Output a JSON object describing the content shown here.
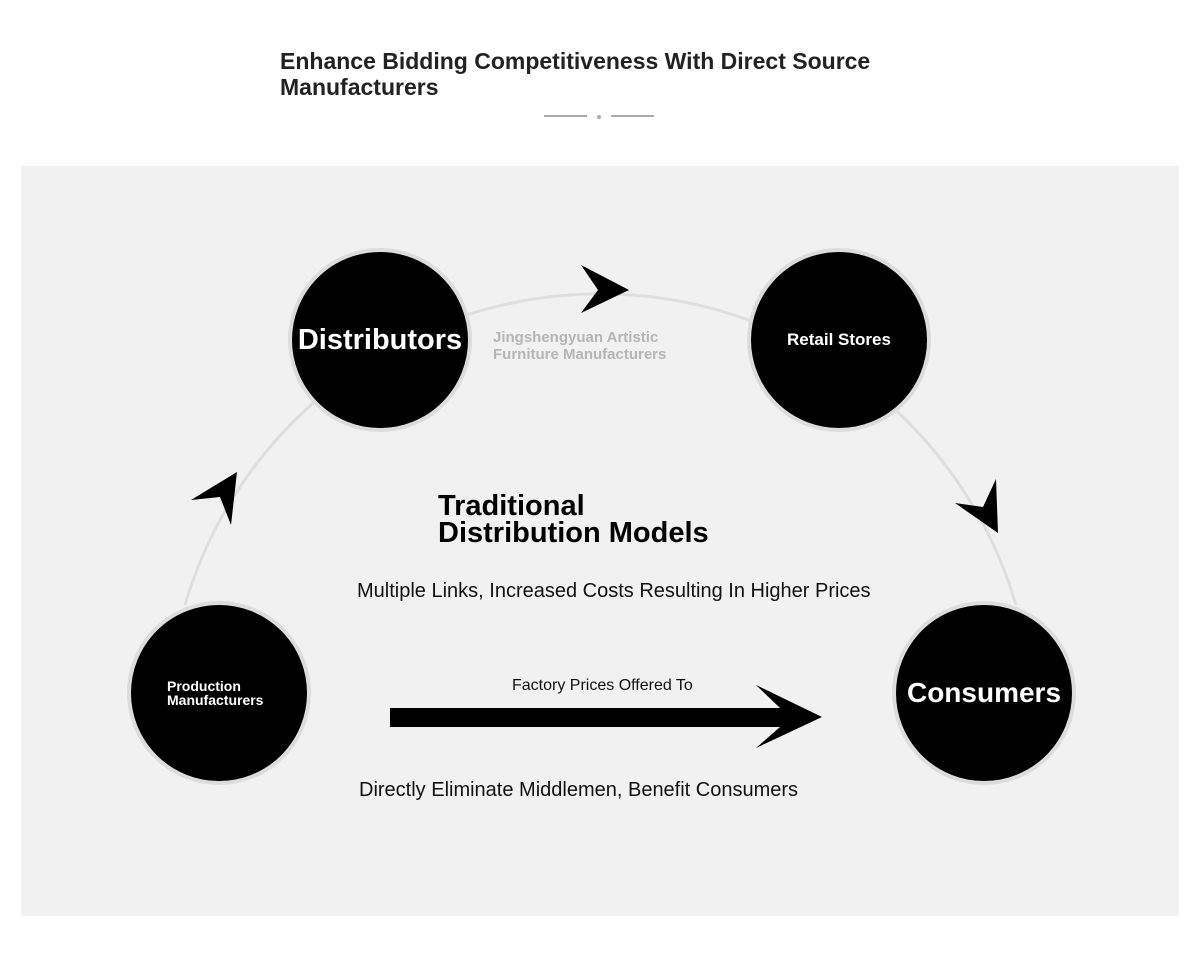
{
  "header": {
    "title": "Enhance Bidding Competitiveness With Direct Source Manufacturers"
  },
  "diagram": {
    "nodes": {
      "distributors": "Distributors",
      "retail": "Retail Stores",
      "production": "Production Manufacturers",
      "consumers": "Consumers"
    },
    "caption_company": "Jingshengyuan Artistic Furniture Manufacturers",
    "center_title": "Traditional Distribution Models",
    "traditional_desc": "Multiple Links, Increased Costs Resulting In Higher Prices",
    "arrow_label": "Factory Prices Offered To",
    "direct_desc": "Directly Eliminate Middlemen, Benefit Consumers"
  }
}
